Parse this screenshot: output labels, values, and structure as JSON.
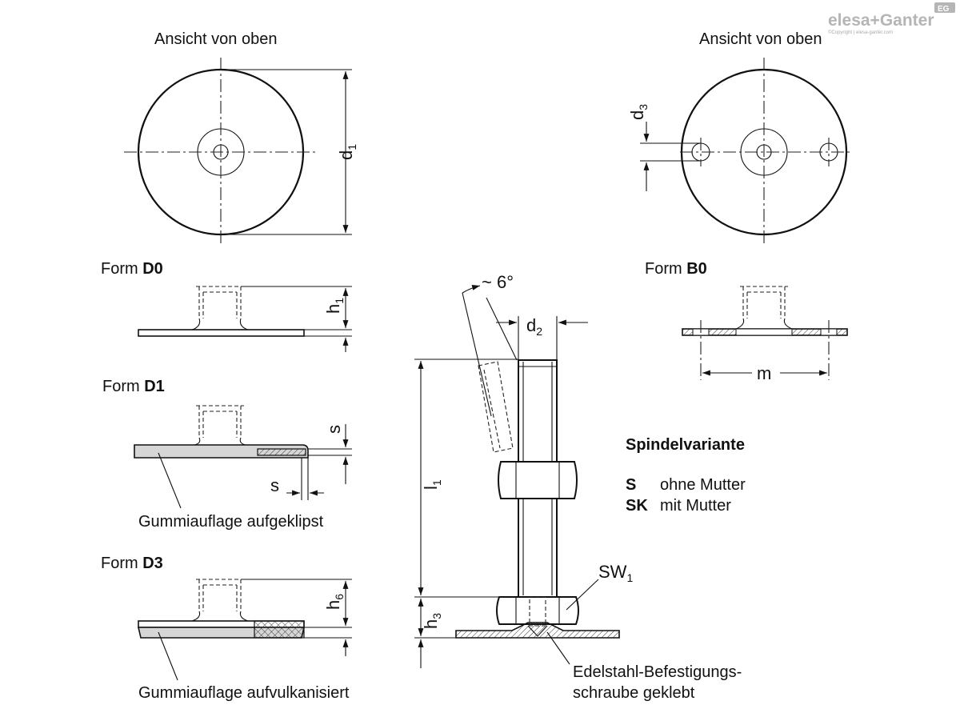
{
  "brand": {
    "logo_text": "elesa+Ganter",
    "copyright": "©Copyright | elesa-ganter.com",
    "badge": "EG"
  },
  "views": {
    "top_view_left": "Ansicht von oben",
    "top_view_right": "Ansicht von oben"
  },
  "forms": {
    "d0": {
      "prefix": "Form",
      "code": "D0"
    },
    "d1": {
      "prefix": "Form",
      "code": "D1"
    },
    "d3": {
      "prefix": "Form",
      "code": "D3"
    },
    "b0": {
      "prefix": "Form",
      "code": "B0"
    }
  },
  "dimensions": {
    "d1": {
      "base": "d",
      "sub": "1"
    },
    "d2": {
      "base": "d",
      "sub": "2"
    },
    "d3": {
      "base": "d",
      "sub": "3"
    },
    "h1": {
      "base": "h",
      "sub": "1"
    },
    "h3": {
      "base": "h",
      "sub": "3"
    },
    "h6": {
      "base": "h",
      "sub": "6"
    },
    "l1": {
      "base": "l",
      "sub": "1"
    },
    "sw1": {
      "base": "SW",
      "sub": "1"
    },
    "s": "s",
    "m": "m",
    "angle": "~ 6°"
  },
  "annotations": {
    "rubber_clipped": "Gummiauflage aufgeklipst",
    "rubber_vulcanized": "Gummiauflage aufvulkanisiert",
    "screw_line1": "Edelstahl-Befestigungs-",
    "screw_line2": "schraube geklebt"
  },
  "spindle_variant": {
    "title": "Spindelvariante",
    "items": [
      {
        "code": "S",
        "text": "ohne Mutter"
      },
      {
        "code": "SK",
        "text": "mit Mutter"
      }
    ]
  }
}
